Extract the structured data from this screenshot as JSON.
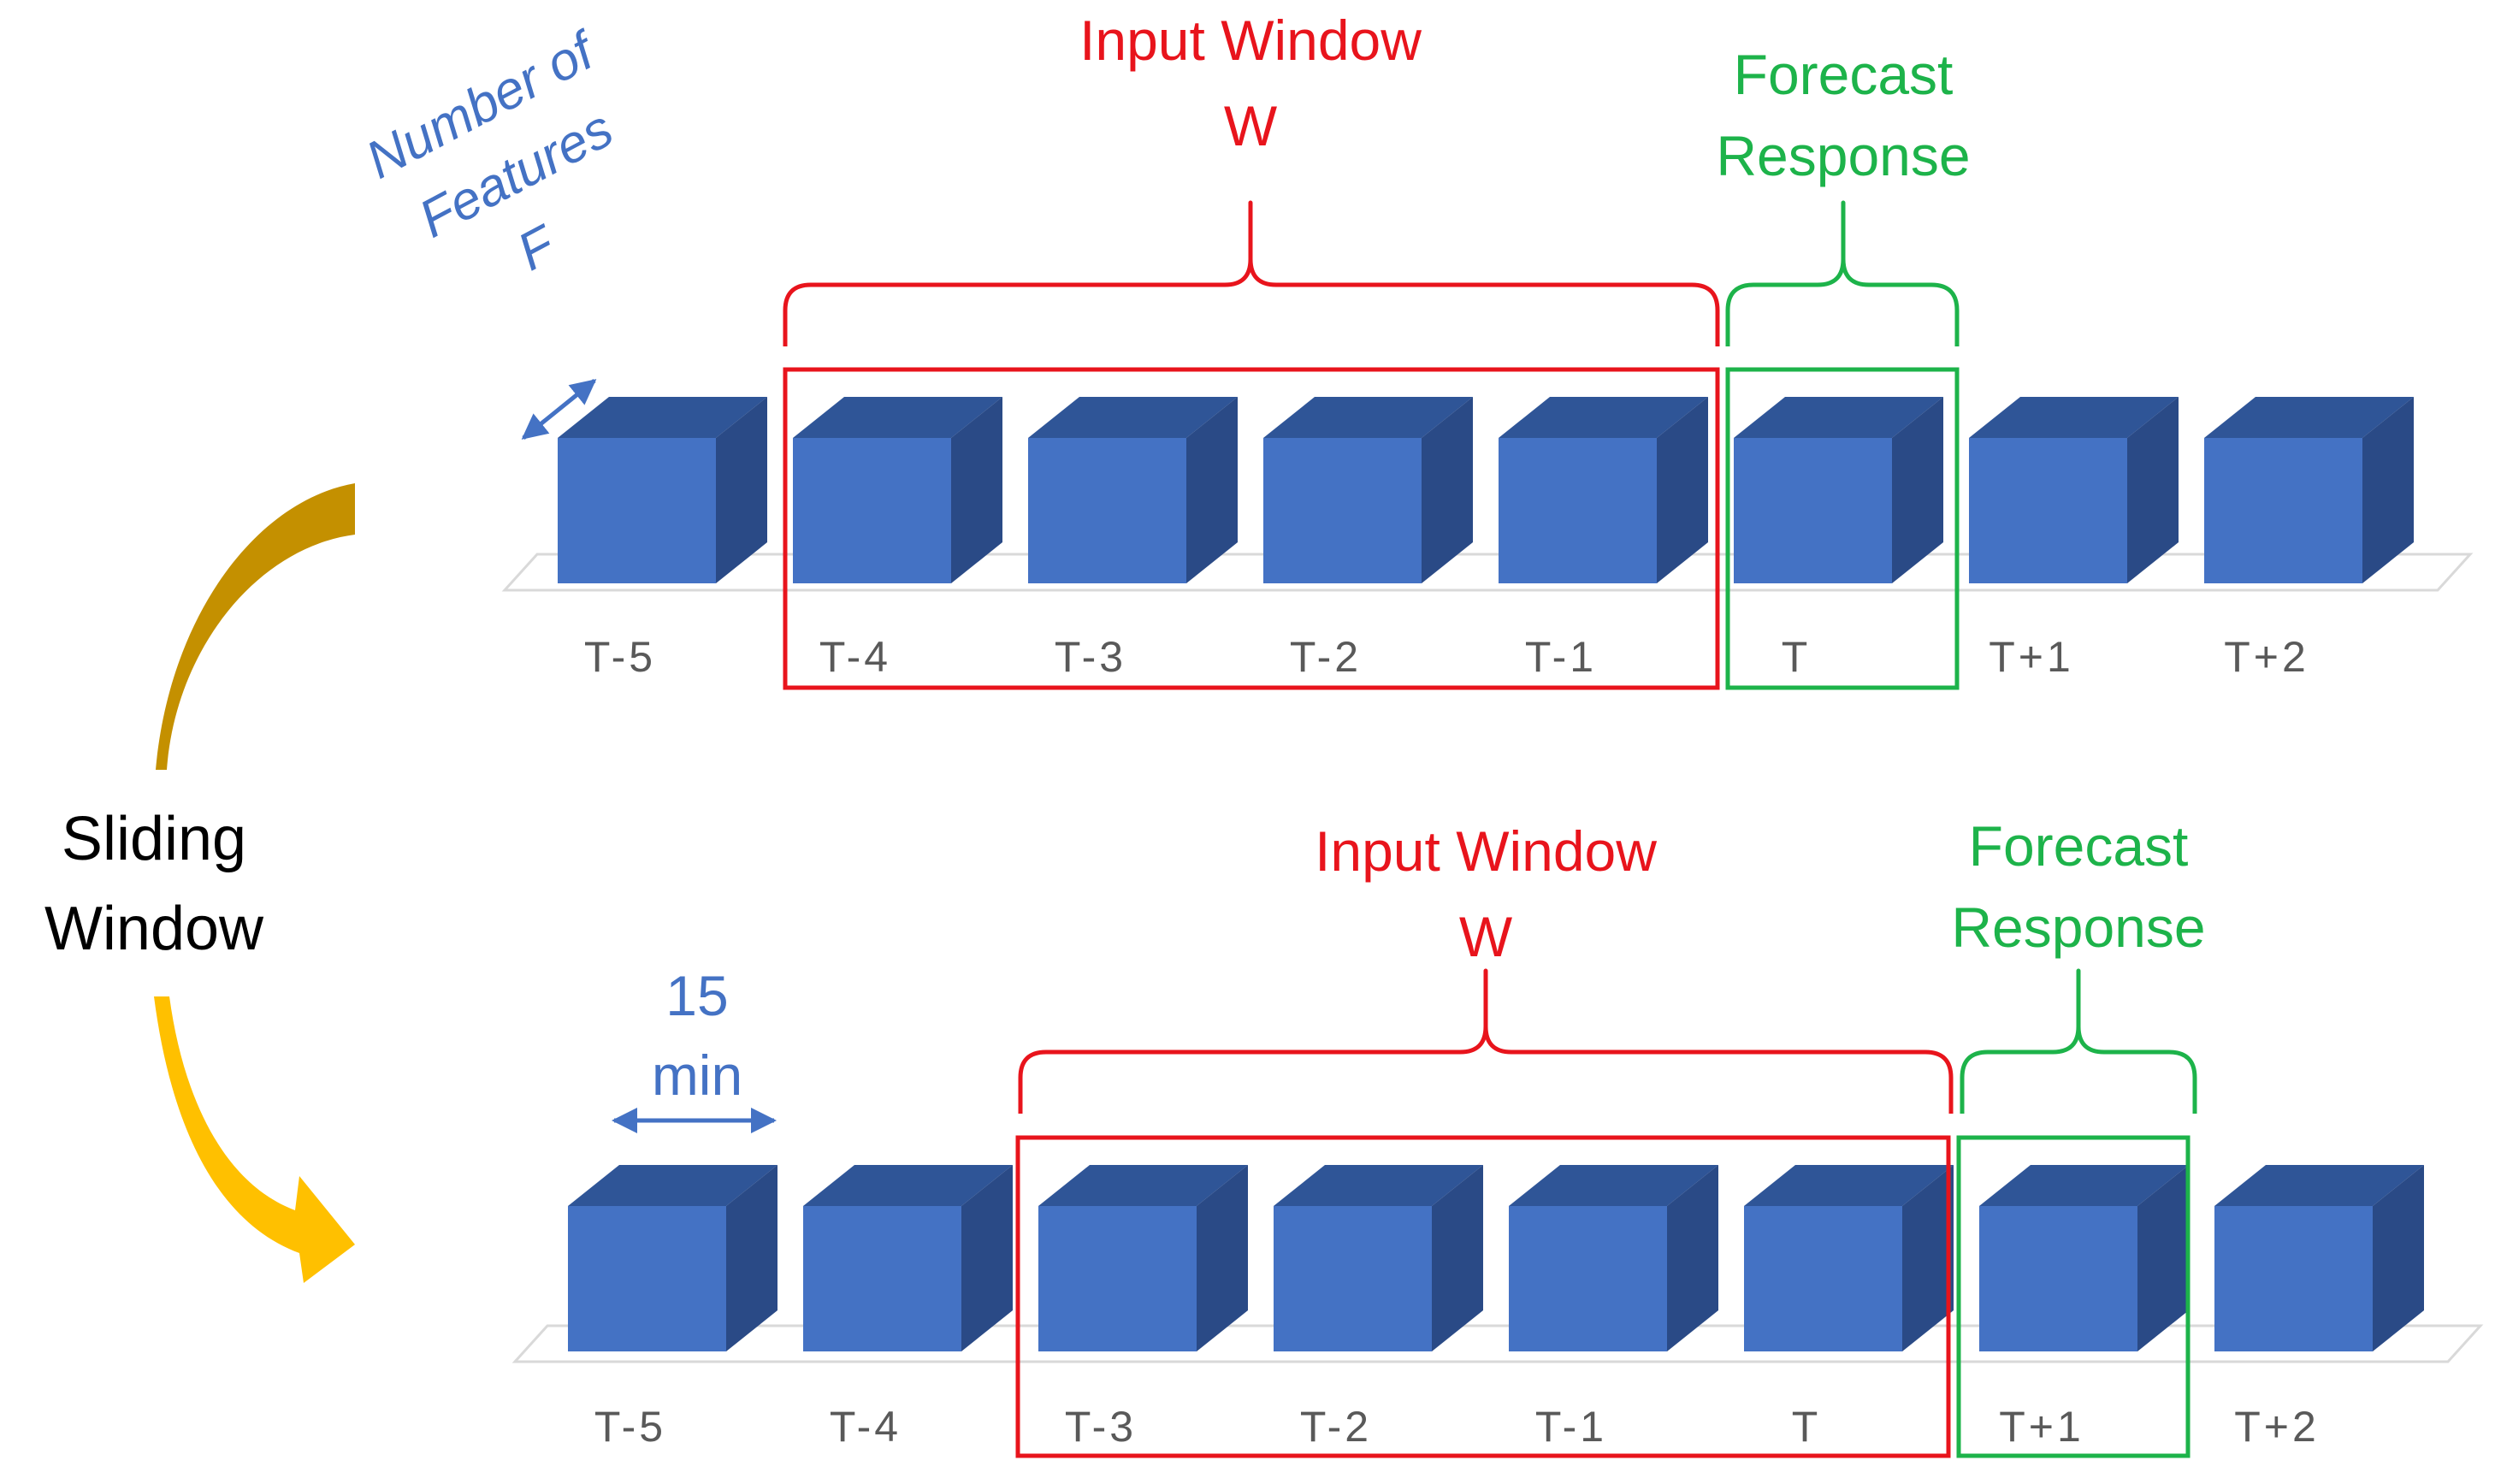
{
  "colors": {
    "cube_front": "#4472C4",
    "cube_top": "#2F5597",
    "cube_side": "#2A4A86",
    "input_window": "#E8141C",
    "forecast": "#1DB34A",
    "blue_text": "#4472C4",
    "tick_text": "#595959",
    "arrow_top": "#C49000",
    "arrow_bottom": "#FFC000"
  },
  "side": {
    "line1": "Sliding",
    "line2": "Window"
  },
  "top": {
    "features": {
      "line1": "Number of",
      "line2": "Features",
      "line3": "F"
    },
    "input": {
      "line1": "Input Window",
      "line2": "W"
    },
    "forecast": {
      "line1": "Forecast",
      "line2": "Response"
    },
    "ticks": [
      "T-5",
      "T-4",
      "T-3",
      "T-2",
      "T-1",
      "T",
      "T+1",
      "T+2"
    ]
  },
  "bottom": {
    "interval": {
      "line1": "15",
      "line2": "min"
    },
    "input": {
      "line1": "Input Window",
      "line2": "W"
    },
    "forecast": {
      "line1": "Forecast",
      "line2": "Response"
    },
    "ticks": [
      "T-5",
      "T-4",
      "T-3",
      "T-2",
      "T-1",
      "T",
      "T+1",
      "T+2"
    ]
  }
}
